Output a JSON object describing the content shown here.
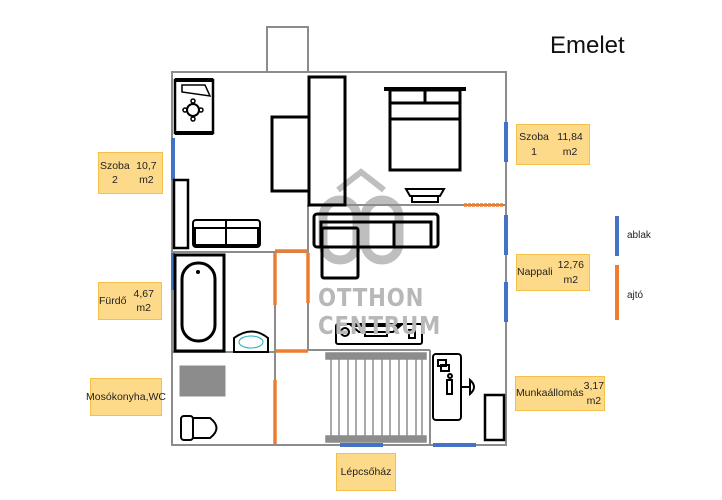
{
  "title": "Emelet",
  "rooms": [
    {
      "id": "szoba2",
      "name": "Szoba 2",
      "area": "10,7 m2"
    },
    {
      "id": "szoba1",
      "name": "Szoba  1",
      "area": "11,84 m2"
    },
    {
      "id": "nappali",
      "name": "Nappali",
      "area": "12,76 m2"
    },
    {
      "id": "furdo",
      "name": "Fürdő",
      "area": "4,67 m2"
    },
    {
      "id": "mosokonyha",
      "name": "Mosókonyha,",
      "area": "WC"
    },
    {
      "id": "munkaallomas",
      "name": "Munkaállomás",
      "area": "3,17 m2"
    },
    {
      "id": "lepcsohaz",
      "name": "Lépcsőház",
      "area": ""
    }
  ],
  "legend": {
    "window": {
      "label": "ablak",
      "color": "#4472c4"
    },
    "door": {
      "label": "ajtó",
      "color": "#ed7d31"
    }
  },
  "watermark": {
    "line1": "OTTHON",
    "line2": "CENTRUM"
  },
  "colors": {
    "wall": "#8c8c8c",
    "furniture": "#000000",
    "label_bg": "#fdd98a",
    "label_border": "#f5c04a"
  }
}
